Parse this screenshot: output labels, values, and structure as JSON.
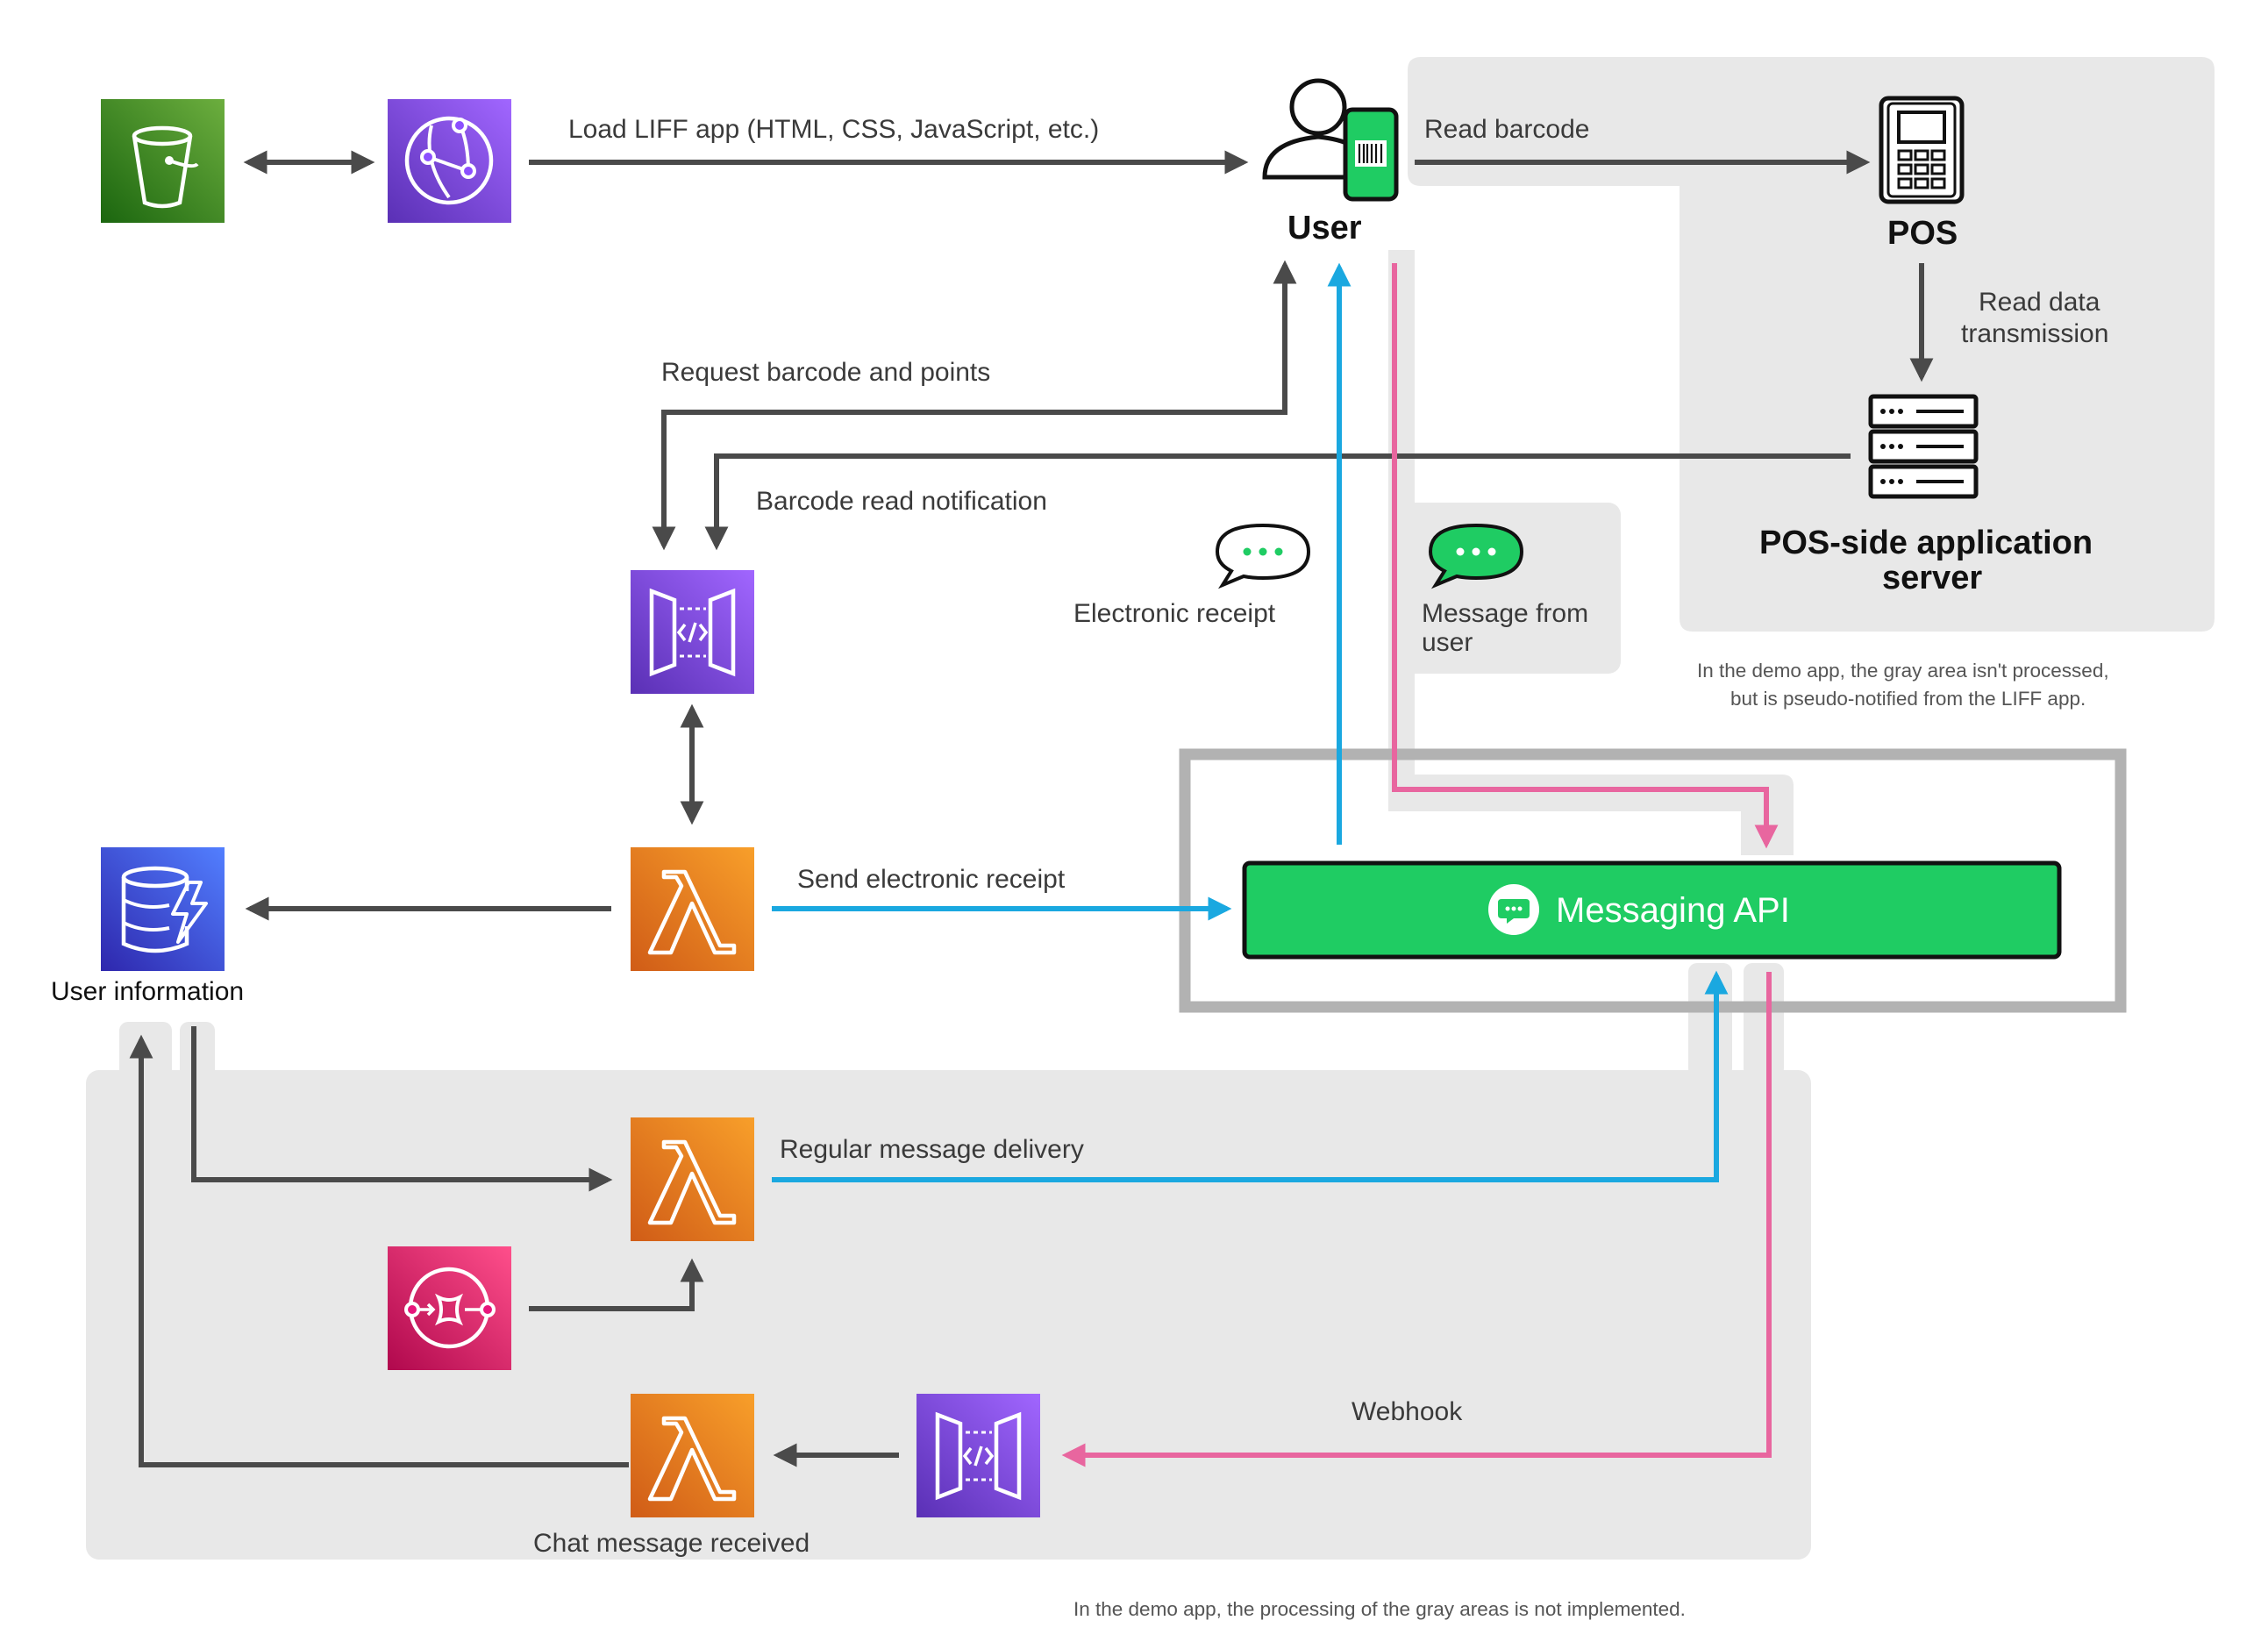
{
  "labels": {
    "load_liff": "Load LIFF app (HTML, CSS, JavaScript, etc.)",
    "user": "User",
    "read_barcode": "Read barcode",
    "pos": "POS",
    "read_data_1": "Read data",
    "read_data_2": "transmission",
    "pos_server_1": "POS-side application",
    "pos_server_2": "server",
    "request_barcode": "Request barcode and points",
    "barcode_notification": "Barcode read notification",
    "electronic_receipt": "Electronic receipt",
    "message_from_1": "Message from",
    "message_from_2": "user",
    "send_receipt": "Send electronic receipt",
    "messaging_api": "Messaging API",
    "user_information": "User information",
    "regular_delivery": "Regular message delivery",
    "webhook": "Webhook",
    "chat_received": "Chat message received"
  },
  "notes": {
    "gray_area_1": "In the demo app, the gray area isn't processed,",
    "gray_area_2": "but is pseudo-notified from the LIFF app.",
    "bottom": "In the demo app, the processing of the gray areas is not implemented."
  },
  "colors": {
    "gray_region": "#e8e8e8",
    "arrow_dark": "#4a4a4a",
    "arrow_blue": "#1aa8e0",
    "arrow_pink": "#e8669f",
    "line_green": "#1fcc63",
    "s3": "#3f8624",
    "cloudfront": "#8c4fff",
    "api_gateway": "#7b3fe4",
    "lambda": "#f58534",
    "dynamodb": "#3b48cc",
    "eventbridge": "#e7157b"
  },
  "icons": [
    "s3-bucket-icon",
    "cloudfront-icon",
    "user-phone-icon",
    "pos-terminal-icon",
    "server-icon",
    "api-gateway-icon",
    "lambda-icon",
    "dynamodb-icon",
    "eventbridge-icon",
    "chat-bubble-icon",
    "line-logo-icon"
  ]
}
